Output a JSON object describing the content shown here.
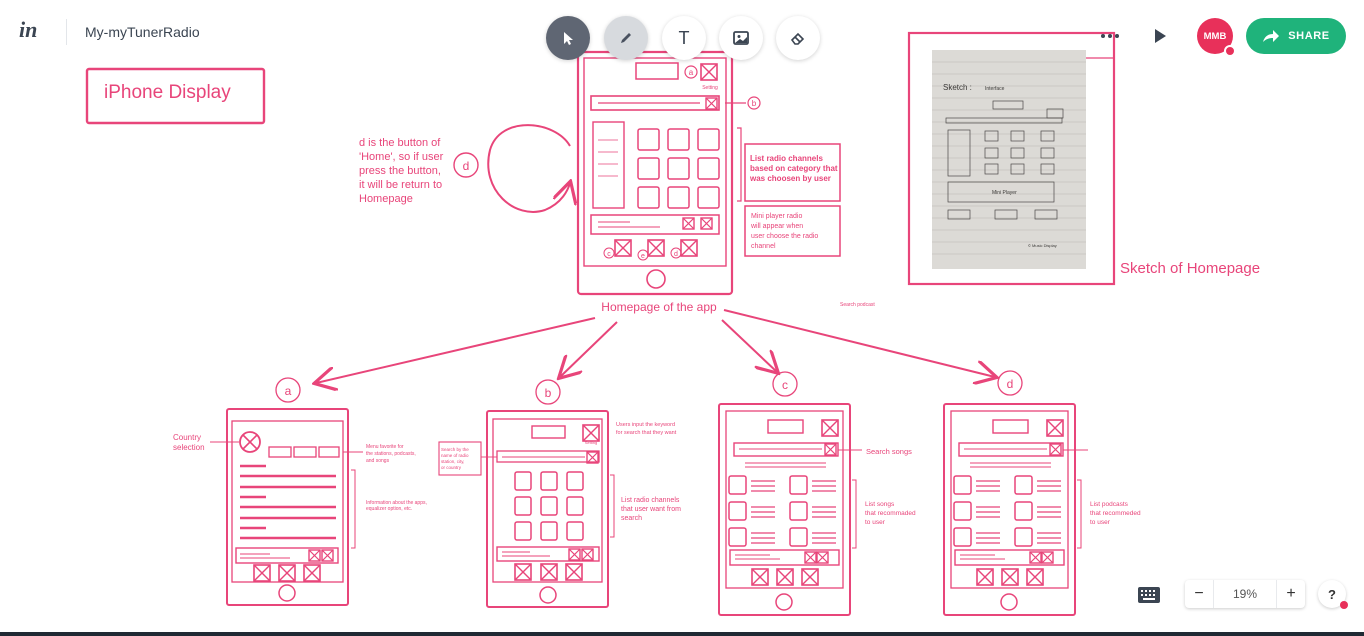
{
  "app": {
    "project_name": "My-myTunerRadio"
  },
  "toolbar": {
    "tools": [
      "select-tool",
      "pen-tool",
      "text-tool",
      "image-tool",
      "eraser-tool"
    ],
    "text_tool_glyph": "T"
  },
  "header": {
    "more_icon": "more-dots-icon",
    "play_icon": "play-icon",
    "avatar_initials": "MMB",
    "share_label": "SHARE"
  },
  "zoom": {
    "minus": "−",
    "value": "19%",
    "plus": "+"
  },
  "help_label": "?",
  "colors": {
    "ink": "#e8457a",
    "accent_green": "#1fb37b",
    "avatar": "#e8305a"
  },
  "board": {
    "iphone_display": "iPhone Display",
    "homepage_caption": "Homepage of the app",
    "sketch_caption": "Sketch of Homepage",
    "search_podcast": "Search podcast",
    "home_note": [
      "d is the button of",
      "'Home', so if user",
      "press the button,",
      "it will be return to",
      "Homepage"
    ],
    "list_note": [
      "List radio channels",
      "based on category that",
      "was choosen by user"
    ],
    "mini_note": [
      "Mini player radio",
      "will appear when",
      "user choose the radio",
      "channel"
    ],
    "setting": "Setting",
    "markers": {
      "a": "a",
      "b": "b",
      "c": "c",
      "d": "d",
      "e": "e"
    },
    "screen_a": {
      "country": [
        "Country",
        "selection"
      ],
      "menu": [
        "Menu favorite for",
        "the stations, podcasts,",
        "and songs"
      ],
      "info": [
        "Information about the apps,",
        "equalizer option, etc."
      ]
    },
    "screen_b": {
      "top": [
        "Users input the keyword",
        "for search that they want"
      ],
      "left": [
        "Search by the",
        "name of radio",
        "station, city,",
        "or country"
      ],
      "right": [
        "List radio channels",
        "that user want from",
        "search"
      ]
    },
    "screen_c": {
      "search": "Search songs",
      "list": [
        "List songs",
        "that recommaded",
        "to user"
      ]
    },
    "screen_d": {
      "list": [
        "List podcasts",
        "that recommeded",
        "to user"
      ]
    },
    "sketch_photo": {
      "title": "Sketch :",
      "label": "Interface",
      "mini_player": "Mini Player",
      "footer": "© Music Display"
    }
  }
}
